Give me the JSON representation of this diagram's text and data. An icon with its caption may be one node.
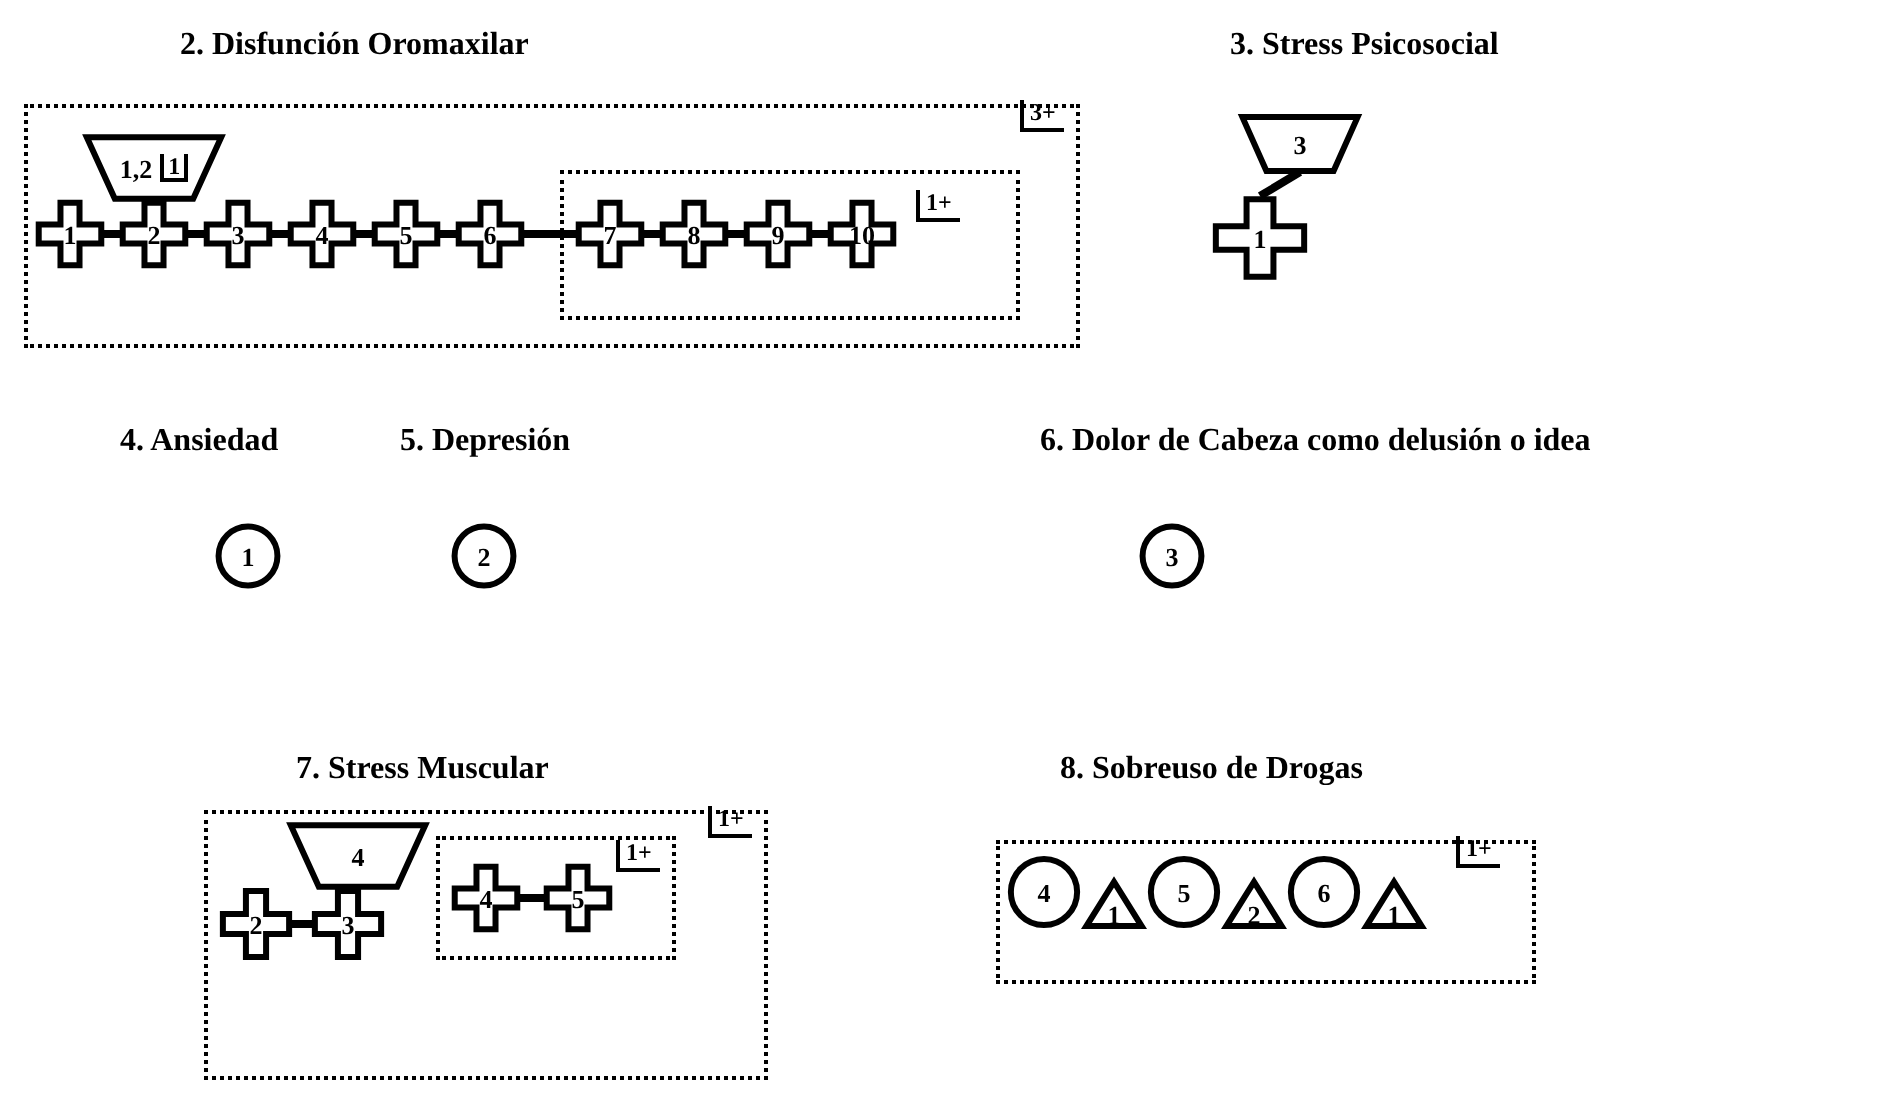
{
  "diagram": {
    "nodes": [
      {
        "text": [],
        "shape": "box",
        "beside": [
          "3+"
        ]
      },
      {
        "text": [
          "1,2",
          "1"
        ],
        "in": 0
      },
      {
        "text": [
          "1"
        ],
        "in": 0
      },
      {
        "text": [
          "2"
        ],
        "in": 0
      },
      {
        "text": [
          "3"
        ],
        "in": 0
      },
      {
        "text": [
          "4"
        ],
        "in": 0
      },
      {
        "text": [
          "5"
        ],
        "in": 0
      },
      {
        "text": [
          "6"
        ],
        "in": 0
      },
      {
        "text": [],
        "shape": "box",
        "in": 0,
        "beside": [
          "1+"
        ]
      },
      {
        "text": [
          "7"
        ],
        "in": 8
      },
      {
        "text": [
          "8"
        ],
        "in": 8
      },
      {
        "text": [
          "9"
        ],
        "in": 8
      },
      {
        "text": [
          "10"
        ],
        "in": 8
      },
      {
        "text": [
          "3"
        ]
      },
      {
        "text": [
          "1"
        ]
      },
      {
        "text": [
          "1"
        ]
      },
      {
        "text": [
          "2"
        ]
      },
      {
        "text": [
          "3"
        ]
      },
      {
        "text": [],
        "shape": "box",
        "beside": [
          "1+"
        ]
      },
      {
        "text": [
          "4"
        ],
        "in": 18
      },
      {
        "text": [
          "2"
        ],
        "in": 18
      },
      {
        "text": [
          "3"
        ],
        "in": 18
      },
      {
        "text": [],
        "shape": "box",
        "in": 18,
        "beside": [
          "1+"
        ]
      },
      {
        "text": [
          "4"
        ],
        "in": 22
      },
      {
        "text": [
          "5"
        ],
        "in": 22
      },
      {
        "text": [],
        "shape": "box",
        "beside": [
          "1+"
        ]
      },
      {
        "text": [
          "4"
        ],
        "in": 25
      },
      {
        "text": [
          "1"
        ],
        "in": 25
      },
      {
        "text": [
          "5"
        ],
        "in": 25
      },
      {
        "text": [
          "2"
        ],
        "in": 25
      },
      {
        "text": [
          "6"
        ],
        "in": 25
      },
      {
        "text": [
          "1"
        ],
        "in": 25
      }
    ],
    "edges": [
      {
        "from": 2,
        "to": 3,
        "arrow": "none"
      },
      {
        "from": 3,
        "to": 4,
        "arrow": "none"
      },
      {
        "from": 4,
        "to": 5,
        "arrow": "none"
      },
      {
        "from": 5,
        "to": 6,
        "arrow": "none"
      },
      {
        "from": 6,
        "to": 7,
        "arrow": "none"
      },
      {
        "from": 7,
        "to": 9,
        "arrow": "none"
      },
      {
        "from": 9,
        "to": 10,
        "arrow": "none"
      },
      {
        "from": 10,
        "to": 11,
        "arrow": "none"
      },
      {
        "from": 11,
        "to": 12,
        "arrow": "none"
      },
      {
        "from": 13,
        "to": 14,
        "arrow": "none"
      },
      {
        "from": 20,
        "to": 21,
        "arrow": "none"
      },
      {
        "from": 23,
        "to": 24,
        "arrow": "none"
      }
    ],
    "labels": [
      "2. Disfunción Oromaxilar",
      "3. Stress Psicosocial",
      "4. Ansiedad",
      "5. Depresión",
      "6. Dolor de Cabeza como delusión o idea",
      "7. Stress Muscular",
      "8. Sobreuso de Drogas"
    ]
  }
}
